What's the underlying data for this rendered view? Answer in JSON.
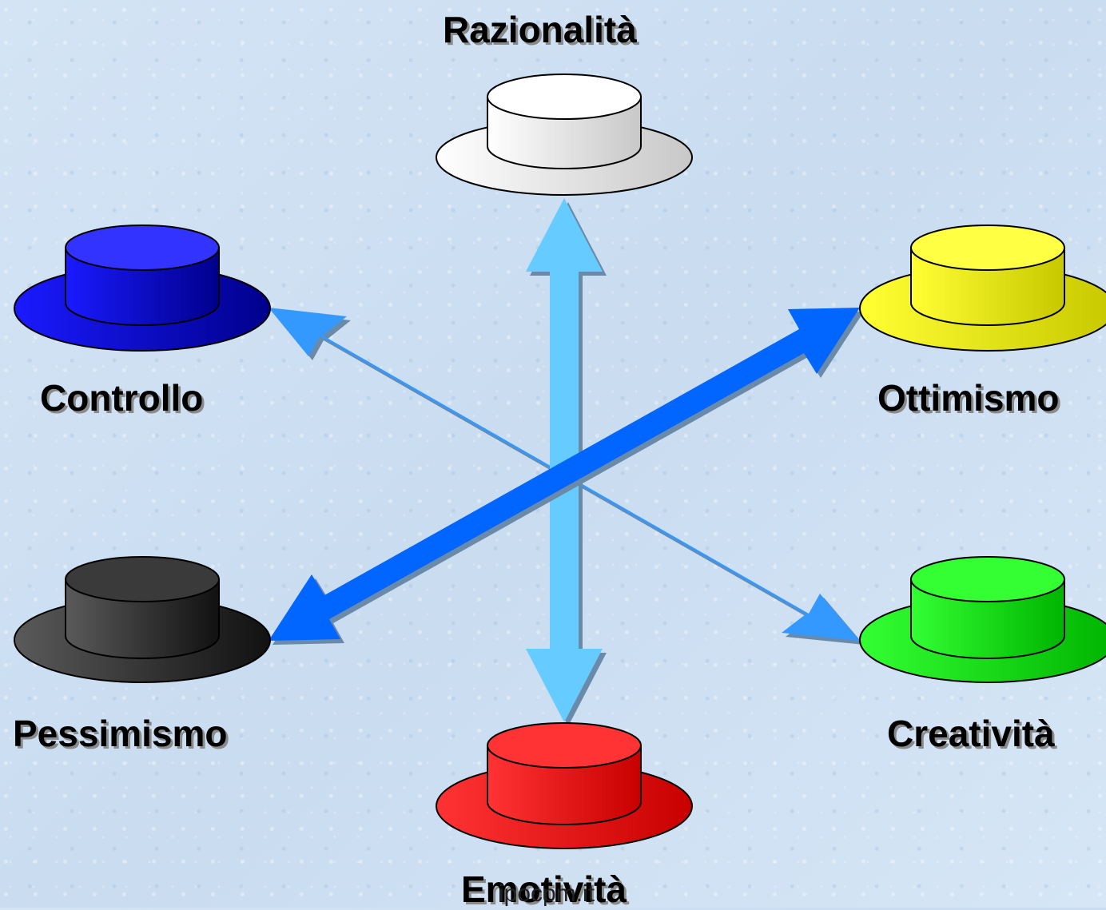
{
  "hats": {
    "white": {
      "label": "Razionalità",
      "color": "#ffffff",
      "shade": "#c8c8c8"
    },
    "blue": {
      "label": "Controllo",
      "color": "#1a1aff",
      "shade": "#00008c"
    },
    "yellow": {
      "label": "Ottimismo",
      "color": "#ffff33",
      "shade": "#c8c800"
    },
    "black": {
      "label": "Pessimismo",
      "color": "#5a5a5a",
      "shade": "#111111"
    },
    "green": {
      "label": "Creatività",
      "color": "#33ff33",
      "shade": "#00b400"
    },
    "red": {
      "label": "Emotività",
      "color": "#ff3333",
      "shade": "#c80000"
    }
  },
  "arrows": {
    "vertical_color": "#66ccff",
    "diagonal_down_color": "#3399ff",
    "diagonal_up_color": "#0066ff"
  },
  "footer": {
    "text": "ipocpm.it"
  }
}
